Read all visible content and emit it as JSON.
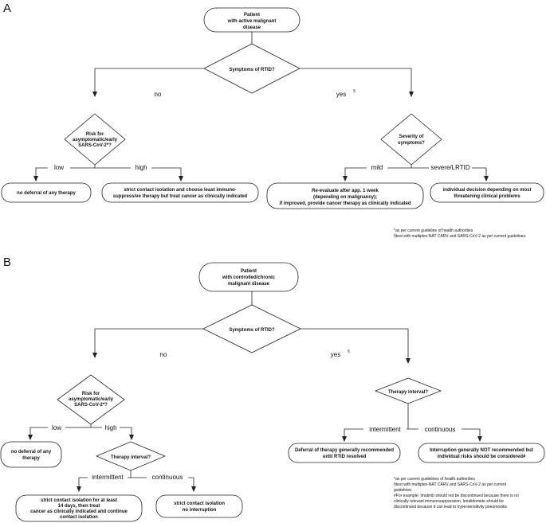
{
  "panel_a": {
    "letter": "A",
    "start": [
      "Patient",
      "with active malignant",
      "disease"
    ],
    "rtid_question": "Symptoms of RTID?",
    "edge_no": "no",
    "edge_yes": "yes",
    "yes_mark": "§",
    "risk": [
      "Risk for",
      "asymptomatic/early",
      "SARS-CoV-2*?"
    ],
    "severity": [
      "Severity of",
      "symptoms?"
    ],
    "edge_low": "low",
    "edge_high": "high",
    "edge_mild": "mild",
    "edge_severe": "severe/LRTID",
    "no_deferral": "no deferral of any therapy",
    "strict_isolation": [
      "strict contact isolation and choose least immuno-",
      "suppressive therapy but treat cancer as clinically indicated"
    ],
    "reevaluate": [
      "Re-evaluate after app. 1 week",
      "(depending on malignancy);",
      "if improved, provide cancer therapy as clinically indicated"
    ],
    "individual": [
      "individual decision depending on most",
      "threatening clinical problems"
    ],
    "footnotes": [
      "*as per current guideline of health authorities",
      "§test with multiplex-NAT CARV and SARS-CoV-2 as per current guidelines."
    ]
  },
  "panel_b": {
    "letter": "B",
    "start": [
      "Patient",
      "with controlled/chronic",
      "malignant disease"
    ],
    "rtid_question": "Symptoms of RTID?",
    "edge_no": "no",
    "edge_yes": "yes",
    "yes_mark": "§",
    "risk": [
      "Risk for",
      "asymptomatic/early",
      "SARS-CoV-2*?"
    ],
    "therapy_interval": "Therapy interval?",
    "edge_low": "low",
    "edge_high": "high",
    "edge_intermittent": "intermittent",
    "edge_continuous": "continuous",
    "no_deferral": [
      "no deferral of any",
      "therapy"
    ],
    "deferral": [
      "Deferral of therapy generally recommended",
      "until RTID resolved"
    ],
    "interruption": [
      "Interruption generally NOT recommended but",
      "individual risks should be considered#"
    ],
    "strict_14d": [
      "strict contact isolation for at least",
      "14 days, then treat",
      "cancer as clinically indicated and continue",
      "contact isolation"
    ],
    "no_interruption": [
      "strict contact isolation",
      "no interruption"
    ],
    "footnotes": [
      "*as per current guidelines of health authorities",
      "§test with multiplex-NAT CARV and SARS-CoV-2 as per current",
      "guidelines",
      "#For example: Imatinib should not be discontinued because there is no",
      "clinically relevant immunosuppression, lenalidomide should be",
      "discontinued because it can lead to hypersensitivity pneumonitis"
    ]
  }
}
